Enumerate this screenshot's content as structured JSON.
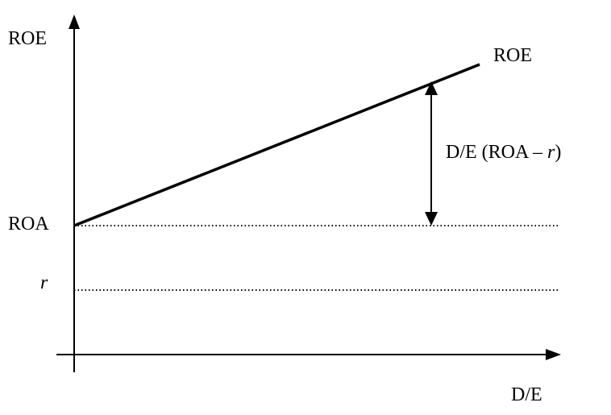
{
  "diagram": {
    "y_axis_label": "ROE",
    "x_axis_label": "D/E",
    "line_label": "ROE",
    "roa_label": "ROA",
    "r_label": "r",
    "spread_label": {
      "prefix": "D/E (ROA – ",
      "variable": "r",
      "suffix": ")"
    }
  },
  "colors": {
    "ink": "#000000",
    "background": "#ffffff"
  }
}
